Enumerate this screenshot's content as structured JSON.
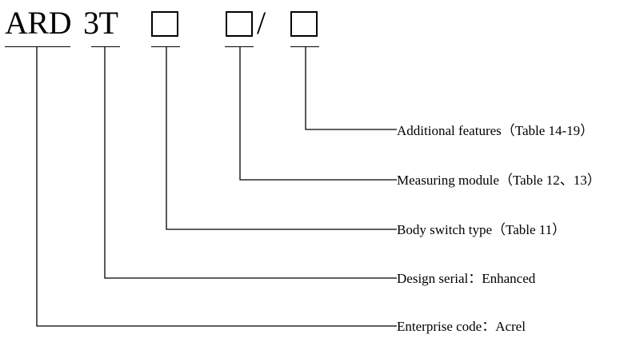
{
  "code": {
    "prefix": "ARD",
    "design": "3T",
    "separator": "/"
  },
  "legend": [
    {
      "id": "additional-features",
      "text": "Additional features（Table 14-19）"
    },
    {
      "id": "measuring-module",
      "text": "Measuring module（Table 12、13）"
    },
    {
      "id": "body-switch-type",
      "text": "Body switch type（Table 11）"
    },
    {
      "id": "design-serial",
      "text": "Design serial：Enhanced"
    },
    {
      "id": "enterprise-code",
      "text": "Enterprise code：Acrel"
    }
  ]
}
